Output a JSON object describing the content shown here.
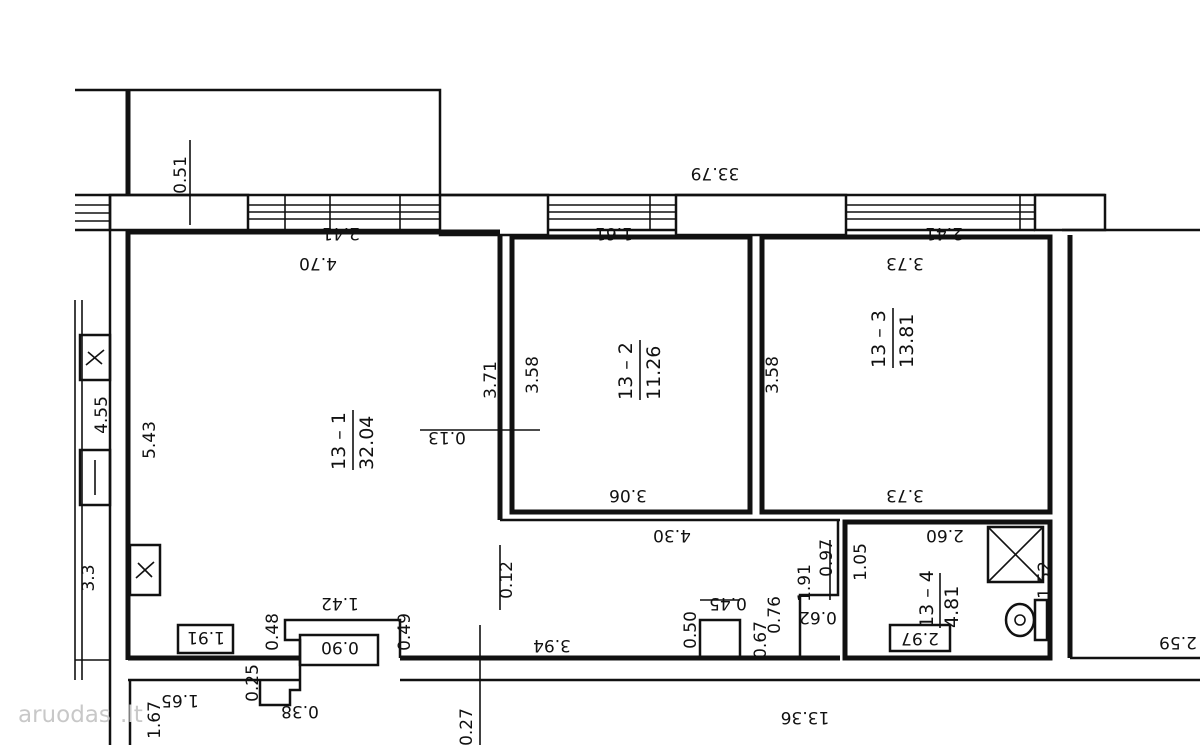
{
  "rooms": [
    {
      "code": "13 – 1",
      "area": "32.04"
    },
    {
      "code": "13 – 2",
      "area": "11.26"
    },
    {
      "code": "13 – 3",
      "area": "13.81"
    },
    {
      "code": "13 – 4",
      "area": "4.81"
    }
  ],
  "dimensions": {
    "d_33_79": "33.79",
    "d_0_51": "0.51",
    "d_2_41_a": "2.41",
    "d_4_70": "4.70",
    "d_1_61": "1.61",
    "d_2_41_b": "2.41",
    "d_3_73_top": "3.73",
    "d_4_55": "4.55",
    "d_5_43": "5.43",
    "d_3_71": "3.71",
    "d_3_58_a": "3.58",
    "d_0_13": "0.13",
    "d_3_58_b": "3.58",
    "d_3_06": "3.06",
    "d_3_73_bot": "3.73",
    "d_4_30": "4.30",
    "d_2_60": "2.60",
    "d_0_12": "0.12",
    "d_0_97": "0.97",
    "d_1_05": "1.05",
    "d_1_52": "1.52",
    "d_0_62": "0.62",
    "d_1_91_b": "1.91",
    "d_0_45": "0.45",
    "d_0_50": "0.50",
    "d_3_94": "3.94",
    "d_1_42": "1.42",
    "d_1_91_a": "1.91",
    "d_0_48": "0.48",
    "d_0_90": "0.90",
    "d_0_49": "0.49",
    "d_1_65": "1.65",
    "d_0_25": "0.25",
    "d_0_38": "0.38",
    "d_1_67": "1.67",
    "d_13_36": "13.36",
    "d_0_27": "0.27",
    "d_2_59": "2.59",
    "d_2_97": "2.97",
    "d_0_76": "0.76",
    "d_0_67": "0.67",
    "d_3_3": "3.3"
  },
  "watermark": {
    "text": "aruodas",
    "suffix": ".lt"
  }
}
